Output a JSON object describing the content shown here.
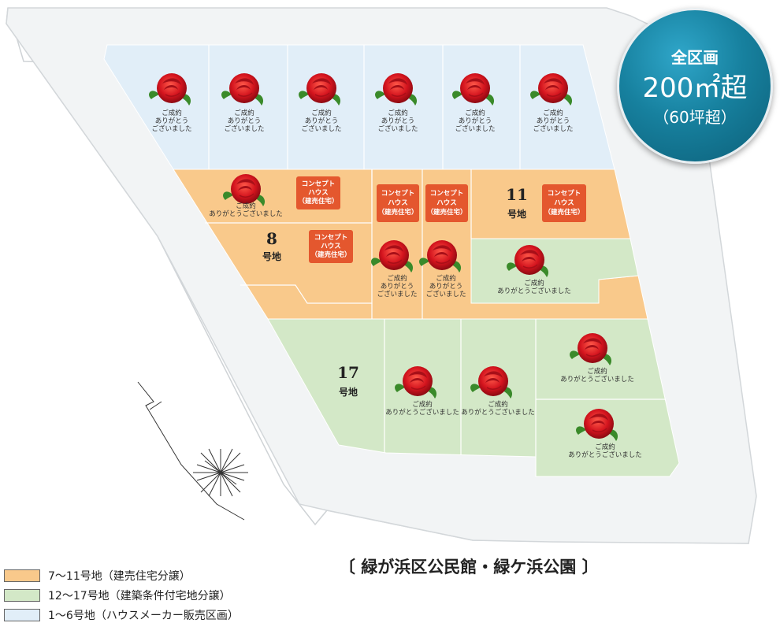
{
  "colors": {
    "house_maker_blue": "#e1eef8",
    "built_house_orange": "#f9c98b",
    "land_green": "#d3e8c7",
    "concept_red": "#e4572e",
    "badge_teal": "#17819f"
  },
  "badge": {
    "line1": "全区画",
    "line2": "200㎡超",
    "line3": "（60坪超）"
  },
  "sold": {
    "short": [
      "ご成約",
      "ありがとう",
      "ございました"
    ],
    "long": [
      "ご成約",
      "ありがとうございました"
    ]
  },
  "concept": [
    "コンセプト",
    "ハウス",
    "（建売住宅）"
  ],
  "lots": {
    "lot8": {
      "num": "8",
      "suffix": "号地"
    },
    "lot11": {
      "num": "11",
      "suffix": "号地"
    },
    "lot17": {
      "num": "17",
      "suffix": "号地"
    }
  },
  "park_label": "〔 緑が浜区公民館・緑ケ浜公園 〕",
  "legend": [
    {
      "color": "#f9c98b",
      "label": "7〜11号地（建売住宅分譲）"
    },
    {
      "color": "#d3e8c7",
      "label": "12〜17号地（建築条件付宅地分譲）"
    },
    {
      "color": "#e1eef8",
      "label": "1〜6号地（ハウスメーカー販売区画）"
    }
  ]
}
